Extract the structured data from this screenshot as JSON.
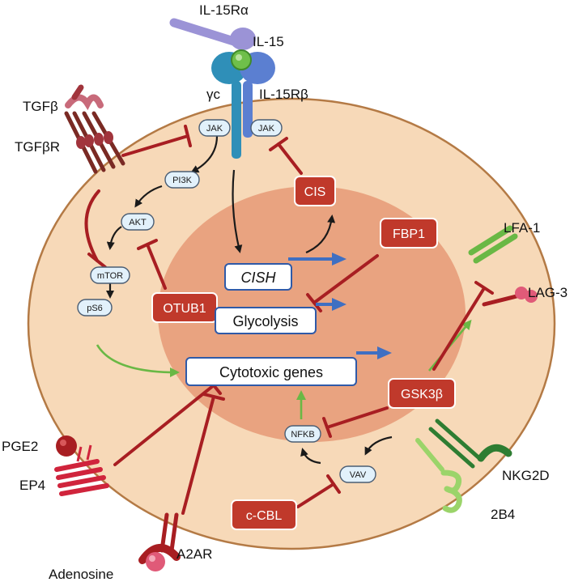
{
  "labels": {
    "il15ra": "IL-15Rα",
    "il15": "IL-15",
    "gc": "γc",
    "il15rb": "IL-15Rβ",
    "tgfb": "TGFβ",
    "tgfbr": "TGFβR",
    "lfa1": "LFA-1",
    "lag3": "LAG-3",
    "nkg2d": "NKG2D",
    "b24": "2B4",
    "pge2": "PGE2",
    "ep4": "EP4",
    "adenosine": "Adenosine",
    "a2ar": "A2AR"
  },
  "nodes": {
    "jak_left": "JAK",
    "jak_right": "JAK",
    "pi3k": "PI3K",
    "akt": "AKT",
    "mtor": "mTOR",
    "ps6": "pS6",
    "nfkb": "NFKB",
    "vav": "VAV"
  },
  "inhibitors": {
    "cis": "CIS",
    "fbp1": "FBP1",
    "otub1": "OTUB1",
    "gsk3b": "GSK3β",
    "ccbl": "c-CBL"
  },
  "genes": {
    "cish": "CISH",
    "glycolysis": "Glycolysis",
    "cytotoxic": "Cytotoxic genes"
  },
  "colors": {
    "cytoplasm": "#f7d9b8",
    "nucleus": "#e8a07c",
    "membrane": "#b47a45",
    "inhibit": "#a81e22",
    "activate": "#6ab845",
    "gene_arrow": "#3f6fc2",
    "node_fill": "#e2f1fb",
    "node_stroke": "#4a5d73",
    "red_box": "#c0392b"
  }
}
